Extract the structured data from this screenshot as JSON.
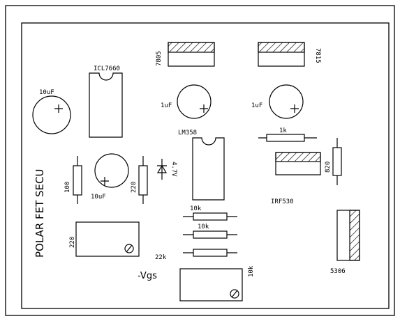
{
  "board": {
    "title": "POLAR FET SECU",
    "labels": {
      "reg_7805": "7805",
      "reg_7815": "7815",
      "icl7660": "ICL7660",
      "cap_10uf_top": "10uF",
      "cap_1uf_left": "1uF",
      "cap_1uf_right": "1uF",
      "lm358": "LM358",
      "res_1k": "1k",
      "res_820": "820",
      "res_100": "100",
      "cap_10uf_mid": "10uF",
      "res_220_vert": "220",
      "zener_4v7": "4.7V",
      "irf530": "IRF530",
      "res_10k_a": "10k",
      "res_10k_b": "10k",
      "res_22k": "22k",
      "trim_220": "220",
      "trim_10k": "10k",
      "vgs": "-Vgs",
      "ic_5306": "5306"
    }
  }
}
